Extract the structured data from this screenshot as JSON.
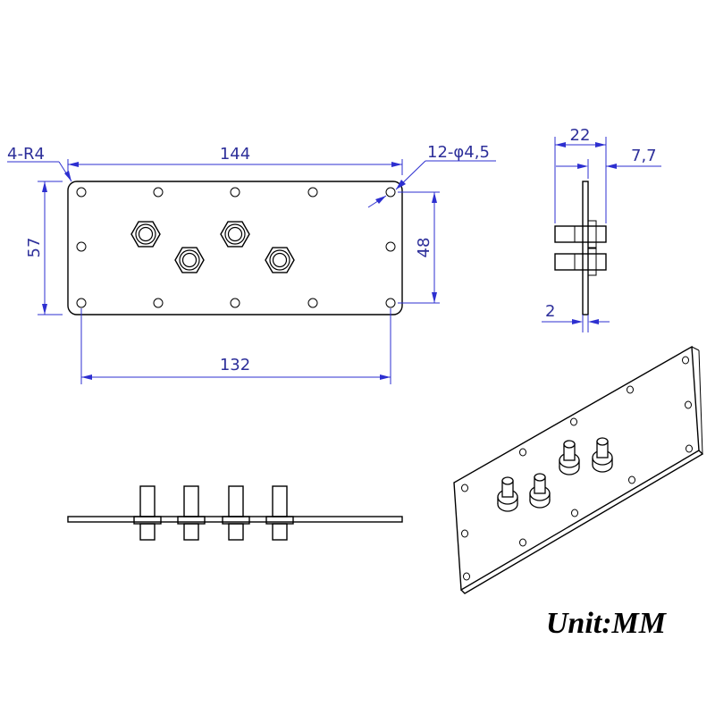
{
  "front_view": {
    "width_label": "144",
    "height_label": "57",
    "hole_span_width_label": "132",
    "hole_span_height_label": "48",
    "corner_note": "4-R4",
    "hole_note": "12-φ4,5"
  },
  "side_view": {
    "depth_label": "22",
    "offset_label": "7,7",
    "thickness_label": "2"
  },
  "unit_label": "Unit:MM",
  "colors": {
    "dimension": "#2d2fd0",
    "outline": "#000000"
  }
}
